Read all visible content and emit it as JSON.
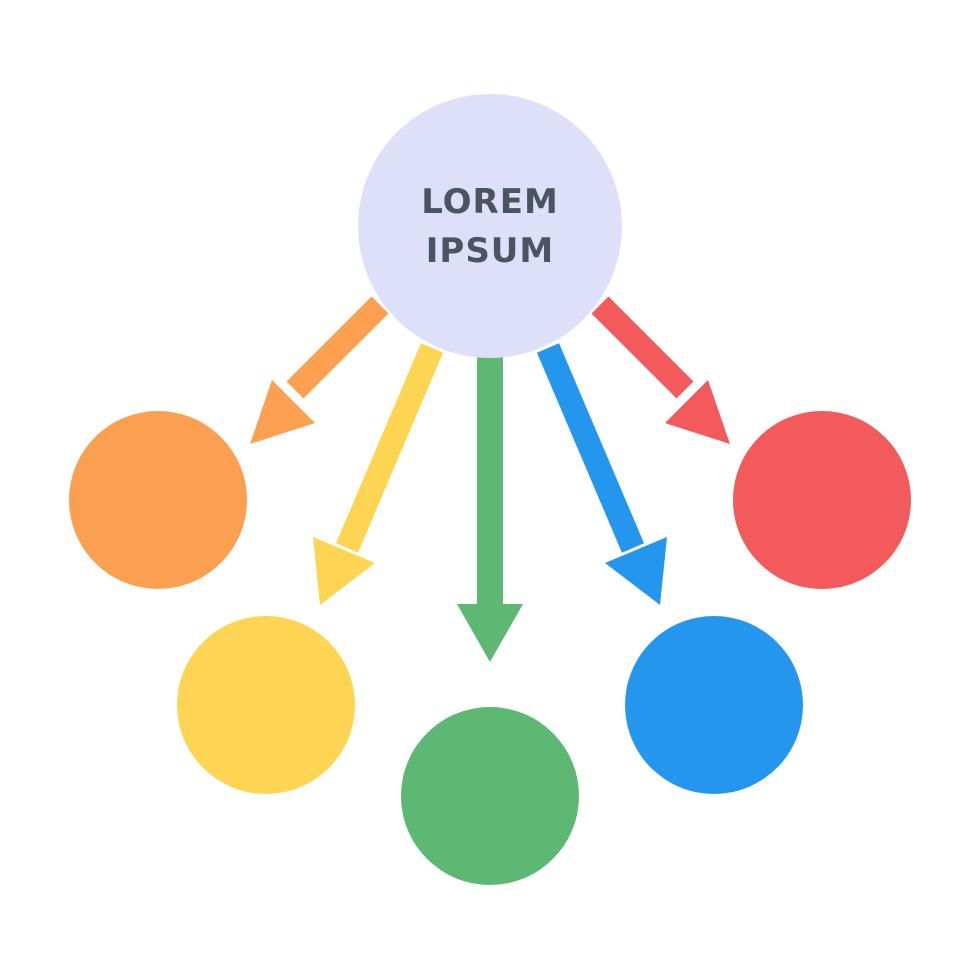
{
  "center": {
    "line1": "LOREM",
    "line2": "IPSUM",
    "fill_color": "#DEE0FA",
    "text_color": "#4A5560"
  },
  "nodes": [
    {
      "name": "orange",
      "color": "#FAA050"
    },
    {
      "name": "yellow",
      "color": "#FDD552"
    },
    {
      "name": "green",
      "color": "#5CB872"
    },
    {
      "name": "blue",
      "color": "#2496EE"
    },
    {
      "name": "red",
      "color": "#F25A5C"
    }
  ]
}
